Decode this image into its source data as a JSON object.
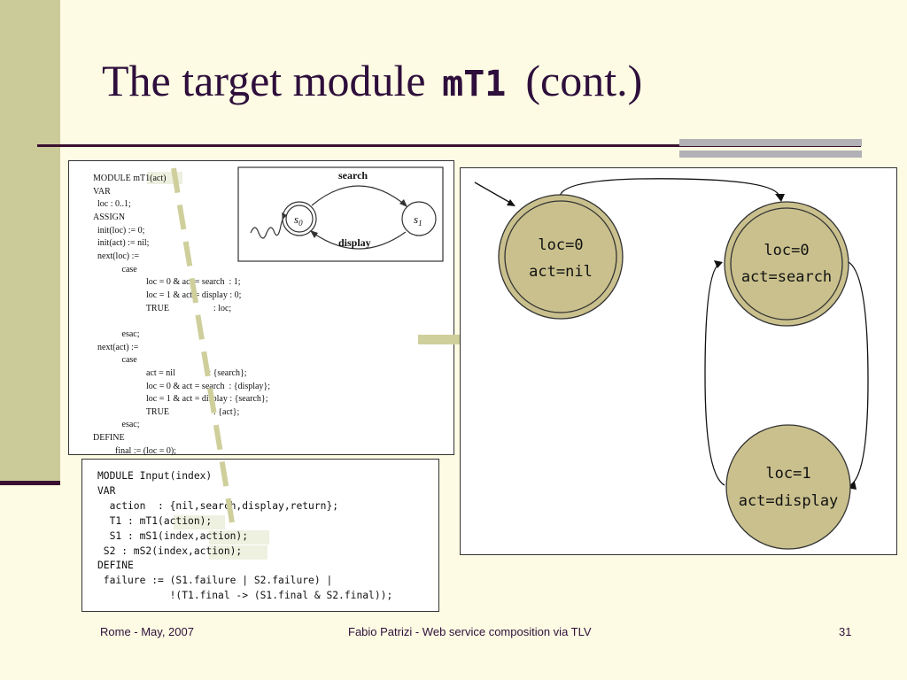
{
  "slide": {
    "title_text": "The target module",
    "title_code": "mT1",
    "title_suffix": "(cont.)",
    "page_number": "31"
  },
  "module_mT1": {
    "lines": [
      "MODULE mT1(act)",
      "VAR",
      "  loc : 0..1;",
      "ASSIGN",
      "  init(loc) := 0;",
      "  init(act) := nil;",
      "  next(loc) :=",
      "             case",
      "                        loc = 0 & act = search  : 1;",
      "                        loc = 1 & act = display : 0;",
      "                        TRUE                    : loc;",
      "",
      "             esac;",
      "  next(act) :=",
      "             case",
      "                        act = nil               : {search};",
      "                        loc = 0 & act = search  : {display};",
      "                        loc = 1 & act = display : {search};",
      "                        TRUE                    : {act};",
      "             esac;",
      "DEFINE",
      "          final := (loc = 0);"
    ]
  },
  "small_automaton": {
    "states": [
      {
        "name": "s",
        "sub": "0"
      },
      {
        "name": "s",
        "sub": "1"
      }
    ],
    "edges": [
      "search",
      "display"
    ]
  },
  "module_input": {
    "lines": [
      "MODULE Input(index)",
      "VAR",
      "  action  : {nil,search,display,return};",
      "  T1 : mT1(action);",
      "  S1 : mS1(index,action);",
      " S2 : mS2(index,action);",
      "DEFINE",
      " failure := (S1.failure | S2.failure) |",
      "            !(T1.final -> (S1.final & S2.final));"
    ]
  },
  "state_machine": {
    "states": [
      {
        "loc": "loc=0",
        "act": "act=nil",
        "initial": true
      },
      {
        "loc": "loc=0",
        "act": "act=search",
        "final": true
      },
      {
        "loc": "loc=1",
        "act": "act=display"
      }
    ]
  },
  "footer": {
    "left": "Rome - May, 2007",
    "center": "Fabio Patrizi - Web service composition via TLV",
    "right": "31"
  },
  "colors": {
    "background": "#fdfbe3",
    "sidebar": "#cbcb9a",
    "title": "#2e0f3c",
    "state_fill": "#c9c08d",
    "dash_arrow": "#cfcf9c"
  }
}
